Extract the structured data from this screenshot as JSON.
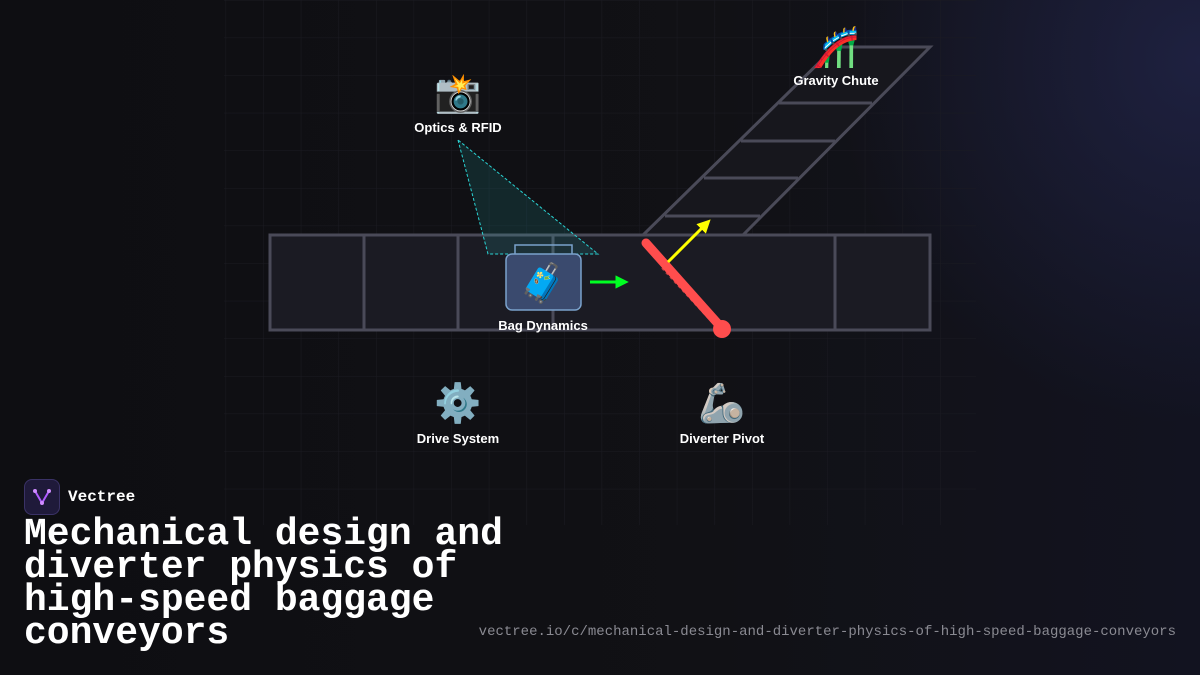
{
  "diagram": {
    "nodes": {
      "optics": {
        "icon": "camera-flash-icon",
        "glyph": "📸",
        "label": "Optics & RFID"
      },
      "chute": {
        "icon": "roller-coaster-icon",
        "glyph": "🎢",
        "label": "Gravity Chute"
      },
      "bag": {
        "icon": "luggage-icon",
        "glyph": "🧳",
        "label": "Bag Dynamics"
      },
      "drive": {
        "icon": "gear-icon",
        "glyph": "⚙️",
        "label": "Drive System"
      },
      "diverter": {
        "icon": "mechanical-arm-icon",
        "glyph": "🦾",
        "label": "Diverter Pivot"
      }
    },
    "colors": {
      "grid": "#1b1b22",
      "belt": "#4a4a58",
      "scan": "#2ad4d4",
      "motion_arrow": "#00ff22",
      "divert_arrow": "#ffff00",
      "diverter_arm": "#ff4d4d",
      "bag_fill": "#3a4a6e"
    }
  },
  "brand": {
    "name": "Vectree",
    "logo_icon": "vectree-logo-icon",
    "accent": "#b05cff"
  },
  "title": "Mechanical design and diverter physics of high-speed baggage conveyors",
  "url": "vectree.io/c/mechanical-design-and-diverter-physics-of-high-speed-baggage-conveyors"
}
